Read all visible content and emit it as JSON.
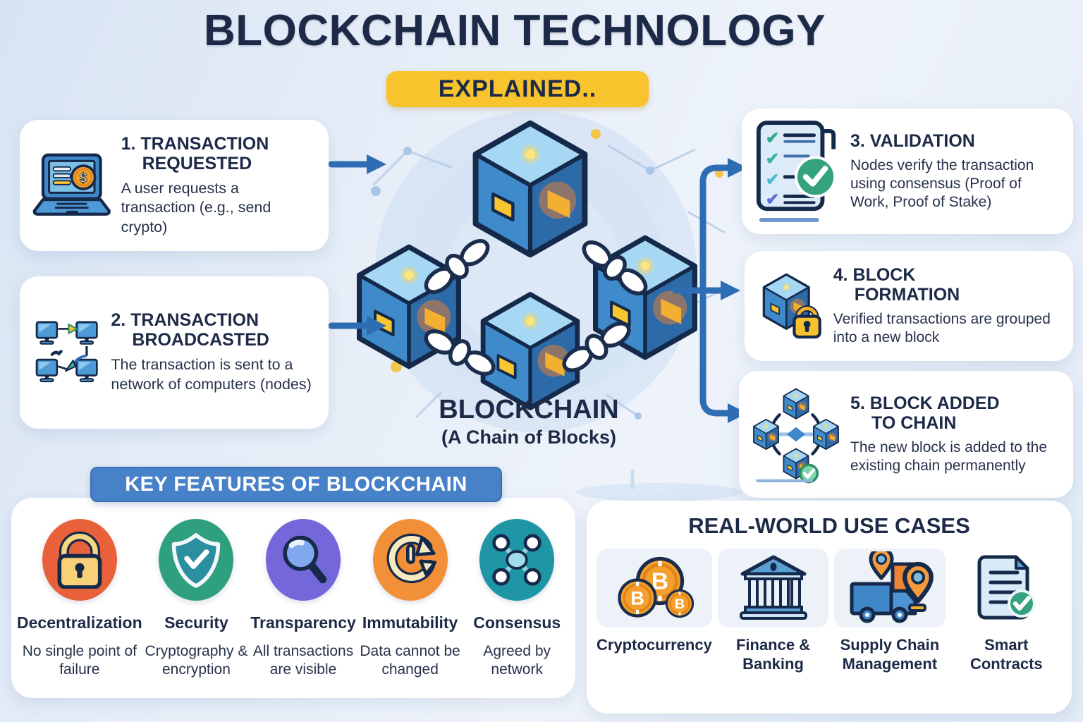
{
  "page": {
    "title": "BLOCKCHAIN TECHNOLOGY",
    "badge": "EXPLAINED..",
    "colors": {
      "navy": "#1d2a47",
      "badge_yellow": "#f7c42e",
      "arrow_blue": "#2e6db4",
      "features_button_blue": "#4781c7",
      "card_white": "#ffffff",
      "background_blue": "#e4edf7",
      "cube_blue": "#3f8aca",
      "cube_panel_yellow": "#f8c630"
    }
  },
  "steps": [
    {
      "heading": "1. TRANSACTION REQUESTED",
      "body": "A user requests a transaction (e.g., send crypto)",
      "icon": "laptop-dollar-icon"
    },
    {
      "heading": "2. TRANSACTION BROADCASTED",
      "body": "The transaction is sent to a network of computers (nodes)",
      "icon": "network-computers-icon"
    },
    {
      "heading": "3. VALIDATION",
      "body": "Nodes verify the transaction using consensus (Proof of Work, Proof of Stake)",
      "icon": "checklist-verified-icon"
    },
    {
      "heading": "4. BLOCK FORMATION",
      "body": "Verified transactions are grouped into a new block",
      "icon": "block-lock-icon"
    },
    {
      "heading": "5. BLOCK ADDED TO CHAIN",
      "body": "The new block is added to the existing chain permanently",
      "icon": "chain-blocks-check-icon"
    }
  ],
  "center": {
    "title": "BLOCKCHAIN",
    "subtitle": "(A Chain of Blocks)"
  },
  "features_section": {
    "header": "KEY FEATURES OF BLOCKCHAIN",
    "features": [
      {
        "label": "Decentralization",
        "desc": "No single point of failure",
        "color": "#e9613b",
        "icon": "padlock-icon"
      },
      {
        "label": "Security",
        "desc": "Cryptography & encryption",
        "color": "#2fa07d",
        "icon": "shield-check-icon"
      },
      {
        "label": "Transparency",
        "desc": "All transactions are visible",
        "color": "#7467da",
        "icon": "magnifier-icon"
      },
      {
        "label": "Immutability",
        "desc": "Data cannot be changed",
        "color": "#f29039",
        "icon": "history-clock-icon"
      },
      {
        "label": "Consensus",
        "desc": "Agreed by network",
        "color": "#1f96a6",
        "icon": "network-nodes-icon"
      }
    ]
  },
  "use_cases_section": {
    "header": "REAL-WORLD USE CASES",
    "use_cases": [
      {
        "label": "Cryptocurrency",
        "icon": "bitcoin-coins-icon"
      },
      {
        "label": "Finance & Banking",
        "icon": "bank-icon"
      },
      {
        "label": "Supply Chain Management",
        "icon": "delivery-truck-icon"
      },
      {
        "label": "Smart Contracts",
        "icon": "contract-check-icon"
      }
    ]
  }
}
